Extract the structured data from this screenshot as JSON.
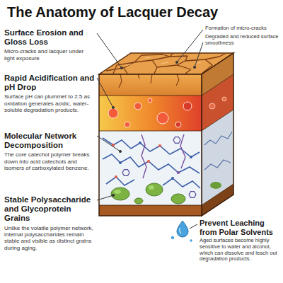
{
  "diagram": {
    "title": "The Anatomy of Lacquer Decay",
    "labels": [
      "Surface Erosion and Gloss Loss",
      "Micro-cracks and lacquer under light exposure",
      "Formation of micro-cracks",
      "Degraded and reduced surface smoothness",
      "Rapid Acidification and pH Drop",
      "Surface pH can plummet to 2.5 as oxidation generates acidic, water-soluble degradation products.",
      "Molecular Network Decomposition",
      "The core catechol polymer breaks down into acid catechols and isomers of carboxylated benzene.",
      "Stable Polysaccharide and Glycoprotein Grains",
      "Unlike the volatile polymer network, internal polysaccharides remain stable and visible as distinct grains during aging.",
      "Prevent Leaching from Polar Solvents",
      "Aged surfaces become highly sensitive to water and alcohol, which can dissolve and leach out degradation products."
    ]
  }
}
